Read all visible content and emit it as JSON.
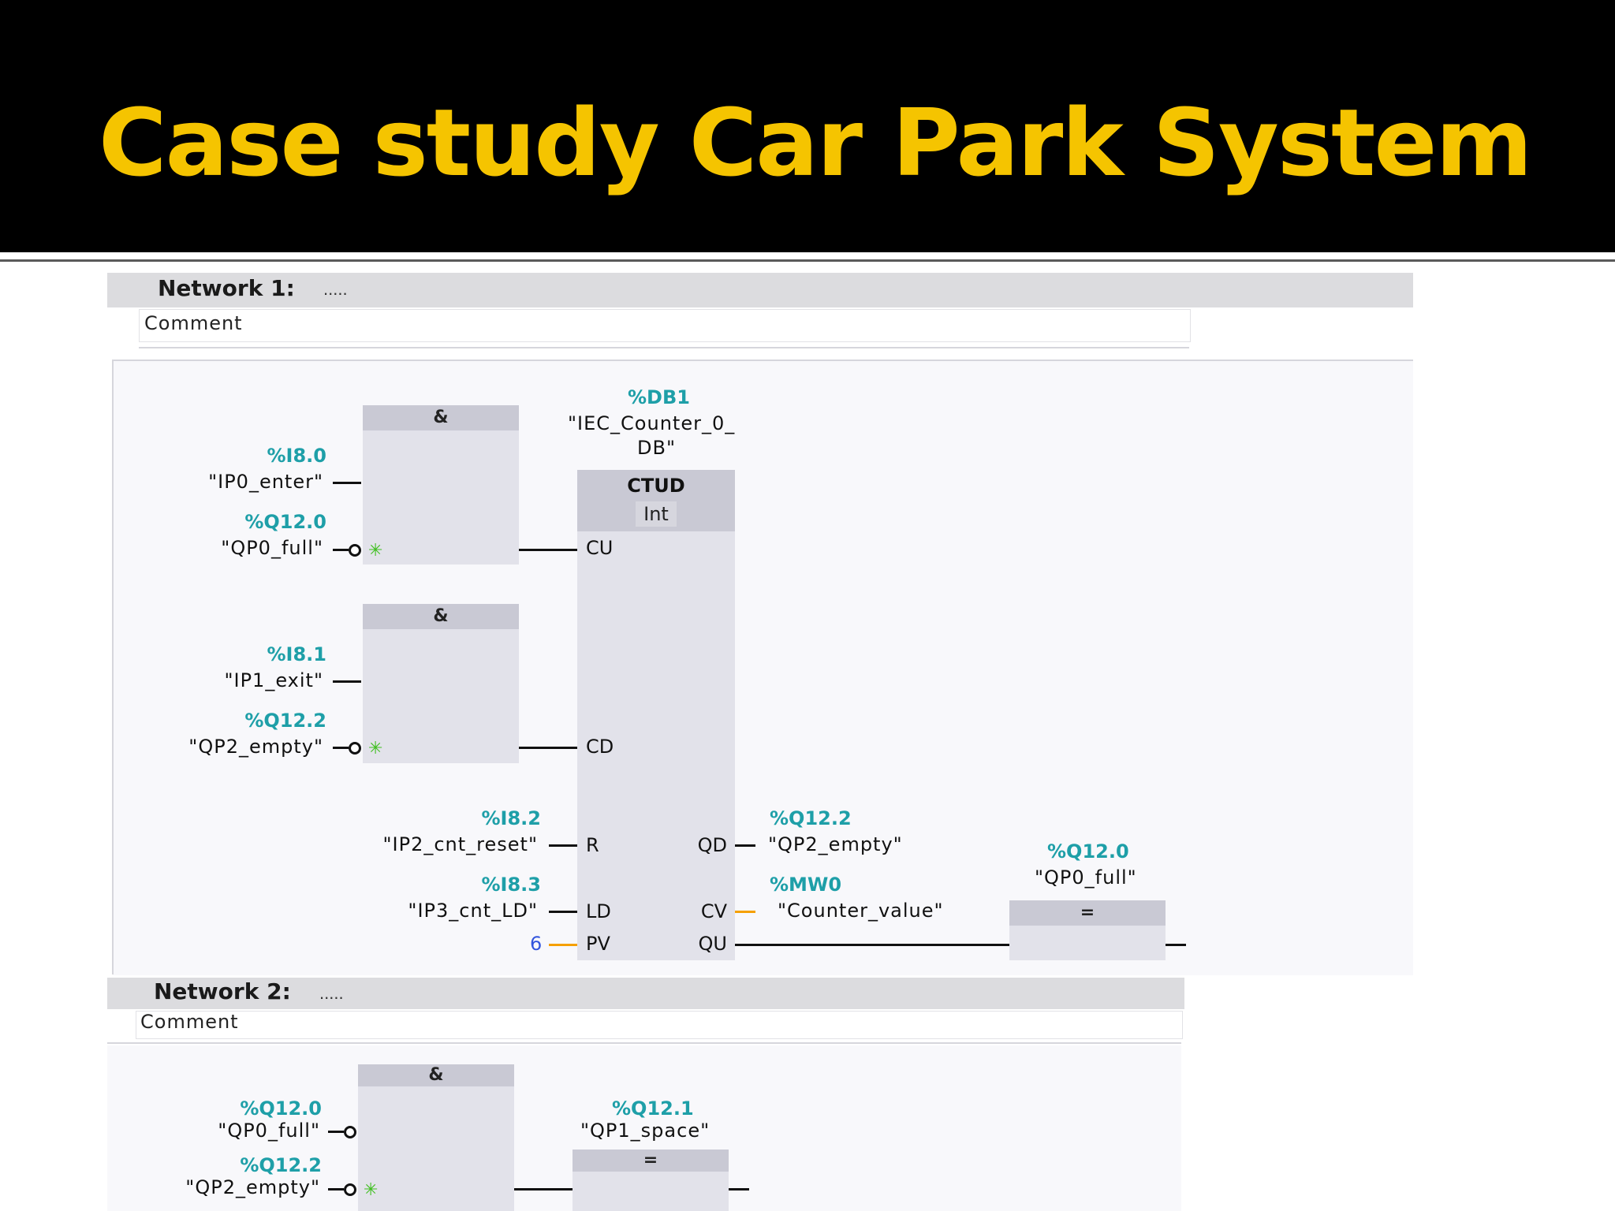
{
  "slide_title": "Case study Car Park System",
  "network1": {
    "title": "Network 1:",
    "dots": ".....",
    "comment": "Comment",
    "and_symbol": "&",
    "and1": {
      "in1_addr": "%I8.0",
      "in1_tag": "\"IP0_enter\"",
      "in2_addr": "%Q12.0",
      "in2_tag": "\"QP0_full\""
    },
    "and2": {
      "in1_addr": "%I8.1",
      "in1_tag": "\"IP1_exit\"",
      "in2_addr": "%Q12.2",
      "in2_tag": "\"QP2_empty\""
    },
    "counter": {
      "db_addr": "%DB1",
      "db_tag_line1": "\"IEC_Counter_0_",
      "db_tag_line2": "DB\"",
      "type": "CTUD",
      "datatype": "Int",
      "pins": {
        "cu": "CU",
        "cd": "CD",
        "r": "R",
        "ld": "LD",
        "pv": "PV",
        "qd": "QD",
        "cv": "CV",
        "qu": "QU"
      },
      "r_addr": "%I8.2",
      "r_tag": "\"IP2_cnt_reset\"",
      "ld_addr": "%I8.3",
      "ld_tag": "\"IP3_cnt_LD\"",
      "pv_value": "6",
      "qd_addr": "%Q12.2",
      "qd_tag": "\"QP2_empty\"",
      "cv_addr": "%MW0",
      "cv_tag": "\"Counter_value\""
    },
    "coil": {
      "addr": "%Q12.0",
      "tag": "\"QP0_full\"",
      "symbol": "="
    }
  },
  "network2": {
    "title": "Network 2:",
    "dots": ".....",
    "comment": "Comment",
    "and_symbol": "&",
    "in1_addr": "%Q12.0",
    "in1_tag": "\"QP0_full\"",
    "in2_addr": "%Q12.2",
    "in2_tag": "\"QP2_empty\"",
    "coil": {
      "addr": "%Q12.1",
      "tag": "\"QP1_space\"",
      "symbol": "="
    }
  },
  "colors": {
    "title": "#f5c400",
    "address": "#1e9fa8",
    "orange_wire": "#f5a000",
    "edge_marker": "#3fbf1f",
    "constant": "#3355dd"
  },
  "icons": {
    "negation": "negation-circle-icon",
    "edge": "edge-detect-icon"
  }
}
